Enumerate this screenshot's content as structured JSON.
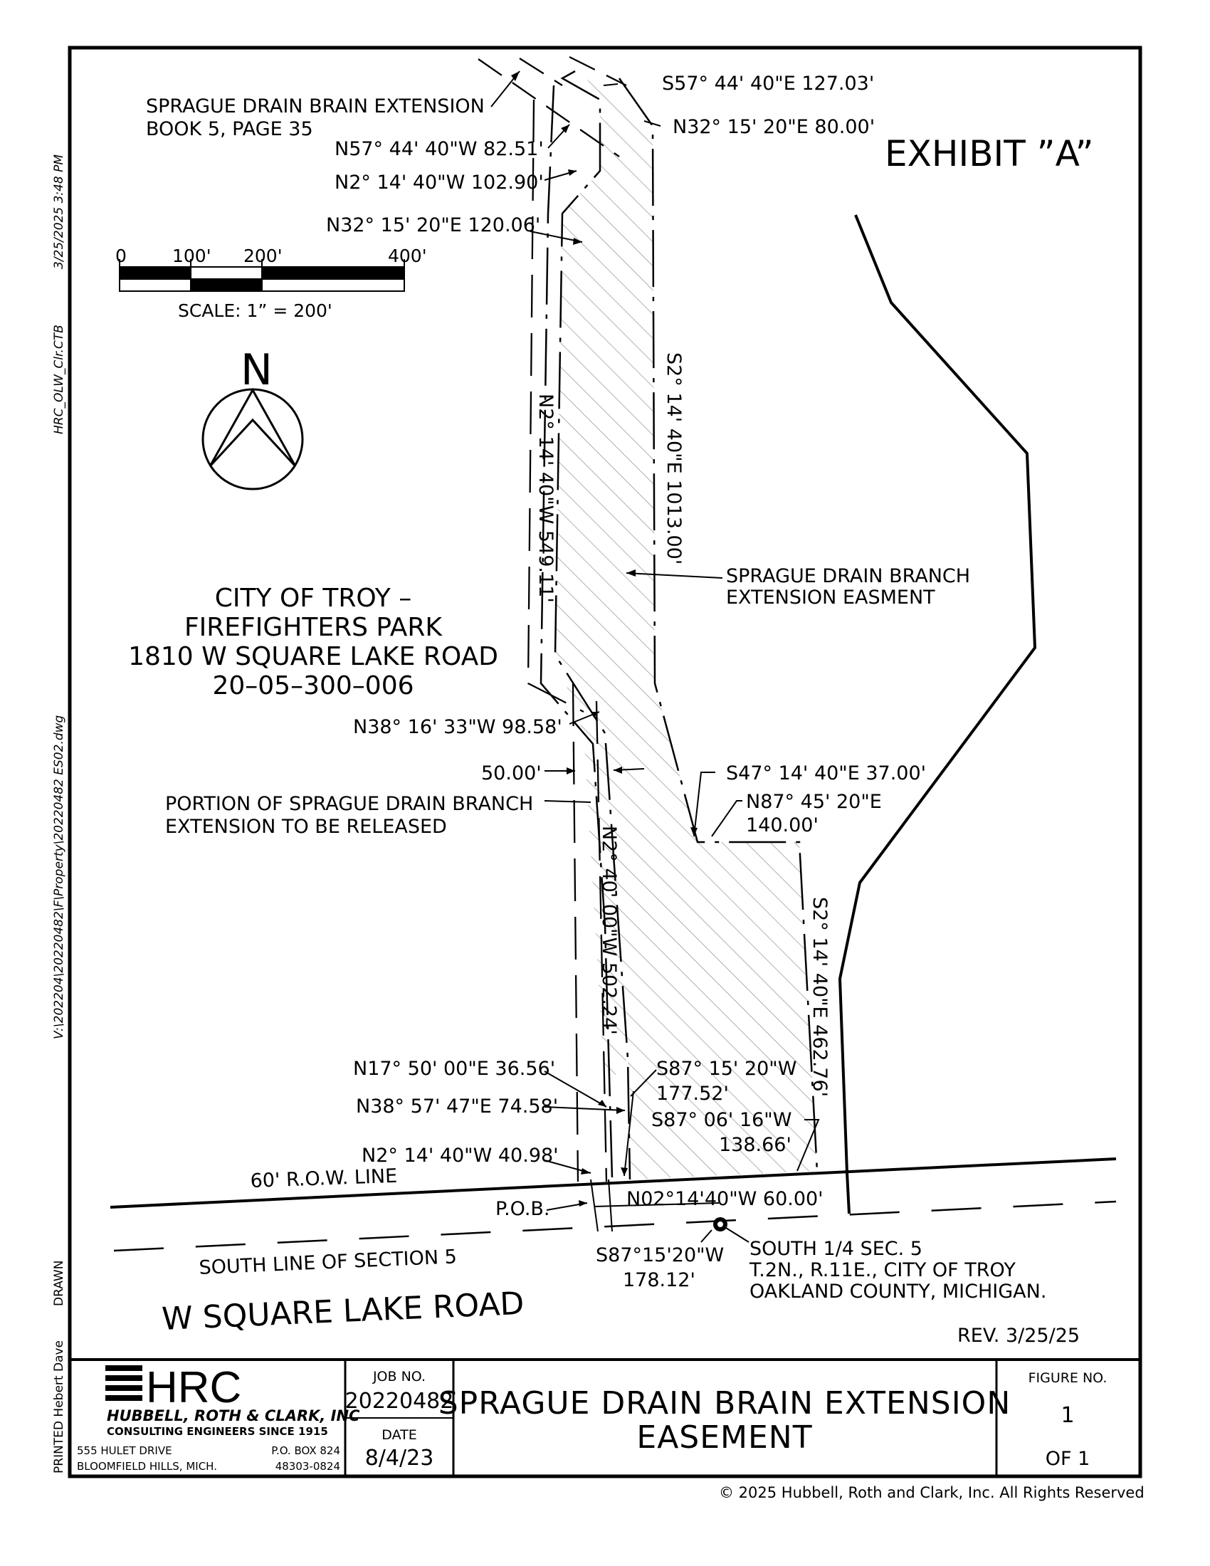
{
  "exhibit_title": "EXHIBIT ”A”",
  "side_text": {
    "timestamp": "3/25/2025 3:48 PM",
    "ctb": "HRC_OLW_Clr.CTB",
    "path": "V:\\202204\\20220482\\F\\Property\\20220482 ES02.dwg",
    "drawn": "DRAWN",
    "printed": "PRINTED Hebert Dave"
  },
  "scale_bar": {
    "ticks": [
      "0",
      "100'",
      "200'",
      "400'"
    ],
    "caption": "SCALE:   1” = 200'"
  },
  "north_arrow": {
    "label": "N"
  },
  "property": {
    "lines": [
      "CITY OF TROY –",
      "FIREFIGHTERS PARK",
      "1810 W SQUARE LAKE ROAD",
      "20–05–300–006"
    ]
  },
  "labels": {
    "drain_ext_line1": "SPRAGUE DRAIN BRAIN EXTENSION",
    "drain_ext_line2": "BOOK 5, PAGE 35",
    "b1": "S57° 44' 40\"E  127.03'",
    "b2": "N32° 15' 20\"E  80.00'",
    "b3": "N57° 44' 40\"W  82.51'",
    "b4": "N2° 14' 40\"W  102.90'",
    "b5": "N32° 15' 20\"E  120.06'",
    "b6": "S2° 14' 40\"E  1013.00'",
    "b7": "N2° 14' 40\"W  549.11'",
    "easement_line1": "SPRAGUE DRAIN BRANCH",
    "easement_line2": "EXTENSION EASMENT",
    "b8": "N38° 16' 33\"W  98.58'",
    "b9": "50.00'",
    "b10": "S47° 14' 40\"E  37.00'",
    "b11a": "N87° 45' 20\"E",
    "b11b": "140.00'",
    "release_line1": "PORTION OF SPRAGUE DRAIN BRANCH",
    "release_line2": "EXTENSION TO BE RELEASED",
    "b12": "N2° 40' 00\"W  502.24'",
    "b13": "S2° 14' 40\"E  462.76'",
    "b14": "N17° 50' 00\"E  36.56'",
    "b15a": "S87° 15' 20\"W",
    "b15b": "177.52'",
    "b16": "N38° 57' 47\"E  74.58'",
    "b17a": "S87° 06' 16\"W",
    "b17b": "138.66'",
    "b18": "N2° 14' 40\"W  40.98'",
    "row": "60' R.O.W. LINE",
    "pob": "P.O.B.",
    "b19": "N02°14'40\"W 60.00'",
    "south_line": "SOUTH LINE OF SECTION 5",
    "b20a": "S87°15'20\"W",
    "b20b": "178.12'",
    "sec_line1": "SOUTH 1/4 SEC. 5",
    "sec_line2": "T.2N., R.11E., CITY OF TROY",
    "sec_line3": "OAKLAND COUNTY, MICHIGAN.",
    "road": "W SQUARE LAKE ROAD",
    "rev": "REV.    3/25/25"
  },
  "title_block": {
    "company_abbr": "HRC",
    "company_name": "HUBBELL, ROTH & CLARK, INC",
    "company_tag": "CONSULTING ENGINEERS SINCE 1915",
    "addr_left1": "555 HULET DRIVE",
    "addr_left2": "BLOOMFIELD HILLS, MICH.",
    "addr_right1": "P.O. BOX 824",
    "addr_right2": "48303-0824",
    "job_label": "JOB NO.",
    "job_no": "20220482",
    "date_label": "DATE",
    "date": "8/4/23",
    "title_line1": "SPRAGUE DRAIN BRAIN EXTENSION",
    "title_line2": "EASEMENT",
    "figure_label": "FIGURE NO.",
    "figure_no": "1",
    "figure_of": "OF    1"
  },
  "copyright": "© 2025 Hubbell, Roth and Clark, Inc. All Rights Reserved"
}
